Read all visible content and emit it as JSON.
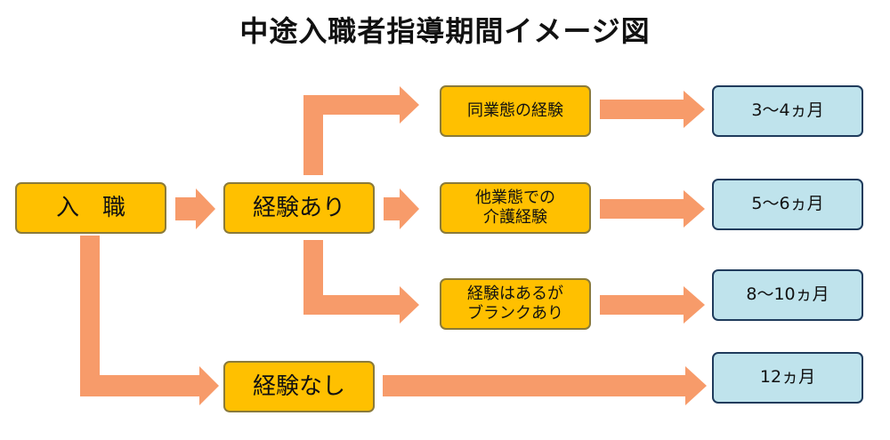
{
  "title": "中途入職者指導期間イメージ図",
  "colors": {
    "stage_fill": "#ffc000",
    "stage_border": "#8a7a3a",
    "result_fill": "#bfe3ec",
    "result_border": "#1f3b5c",
    "arrow": "#f79b6a"
  },
  "nodes": {
    "entry": "入　職",
    "experienced": "経験あり",
    "inexperienced": "経験なし",
    "same_type": "同業態の経験",
    "other_type": [
      "他業態での",
      "介護経験"
    ],
    "blank": [
      "経験はあるが",
      "ブランクあり"
    ]
  },
  "results": {
    "same_type": "3〜4ヵ月",
    "other_type": "5〜6ヵ月",
    "blank": "8〜10ヵ月",
    "none": "12ヵ月"
  }
}
